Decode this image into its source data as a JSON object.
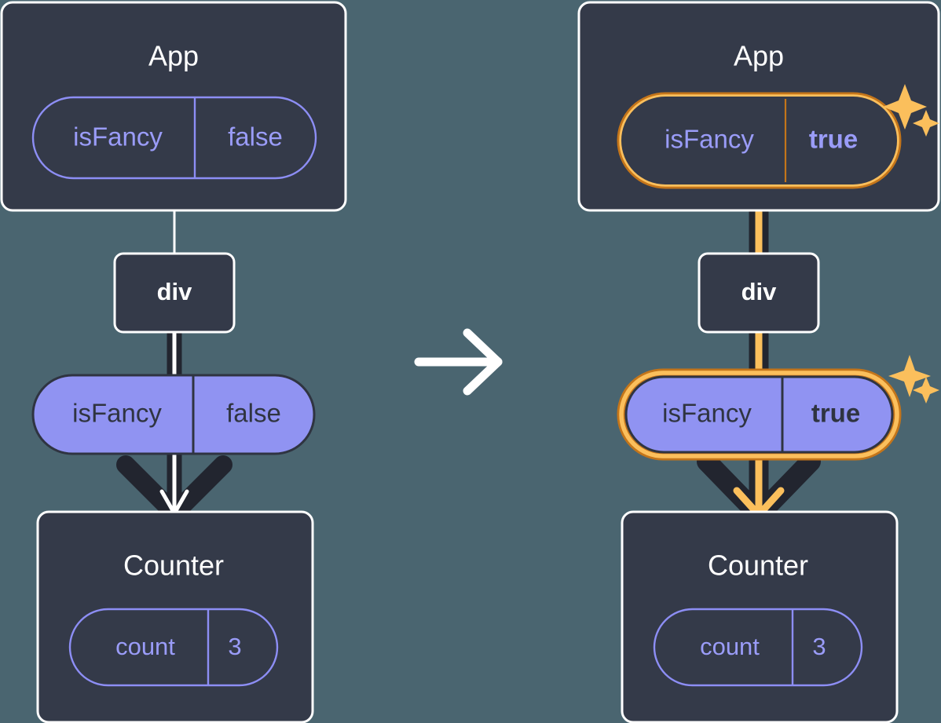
{
  "diagram": {
    "title_semantic": "react-state-propagation-before-after",
    "background_color": "#4a6570",
    "transition_icon": "right-arrow-icon"
  },
  "colors": {
    "panel_bg": "#343a49",
    "panel_border": "#ffffff",
    "pill_purple": "#9093f2",
    "pill_outline": "#8d8ef5",
    "highlight_outer": "#c4751a",
    "highlight_inner": "#fbbf5c",
    "connector_dark": "#22252f",
    "text_light": "#ffffff",
    "text_dark": "#2f3441"
  },
  "left": {
    "app": {
      "title": "App",
      "prop": {
        "name": "isFancy",
        "value": "false",
        "highlighted": false
      }
    },
    "div": {
      "label": "div"
    },
    "prop_pill": {
      "name": "isFancy",
      "value": "false",
      "highlighted": false
    },
    "counter": {
      "title": "Counter",
      "state": {
        "name": "count",
        "value": "3"
      }
    }
  },
  "right": {
    "app": {
      "title": "App",
      "prop": {
        "name": "isFancy",
        "value": "true",
        "highlighted": true
      }
    },
    "div": {
      "label": "div"
    },
    "prop_pill": {
      "name": "isFancy",
      "value": "true",
      "highlighted": true
    },
    "counter": {
      "title": "Counter",
      "state": {
        "name": "count",
        "value": "3"
      }
    },
    "sparkles": [
      "sparkle-large-top",
      "sparkle-small-top",
      "sparkle-large-bottom",
      "sparkle-small-bottom"
    ]
  }
}
